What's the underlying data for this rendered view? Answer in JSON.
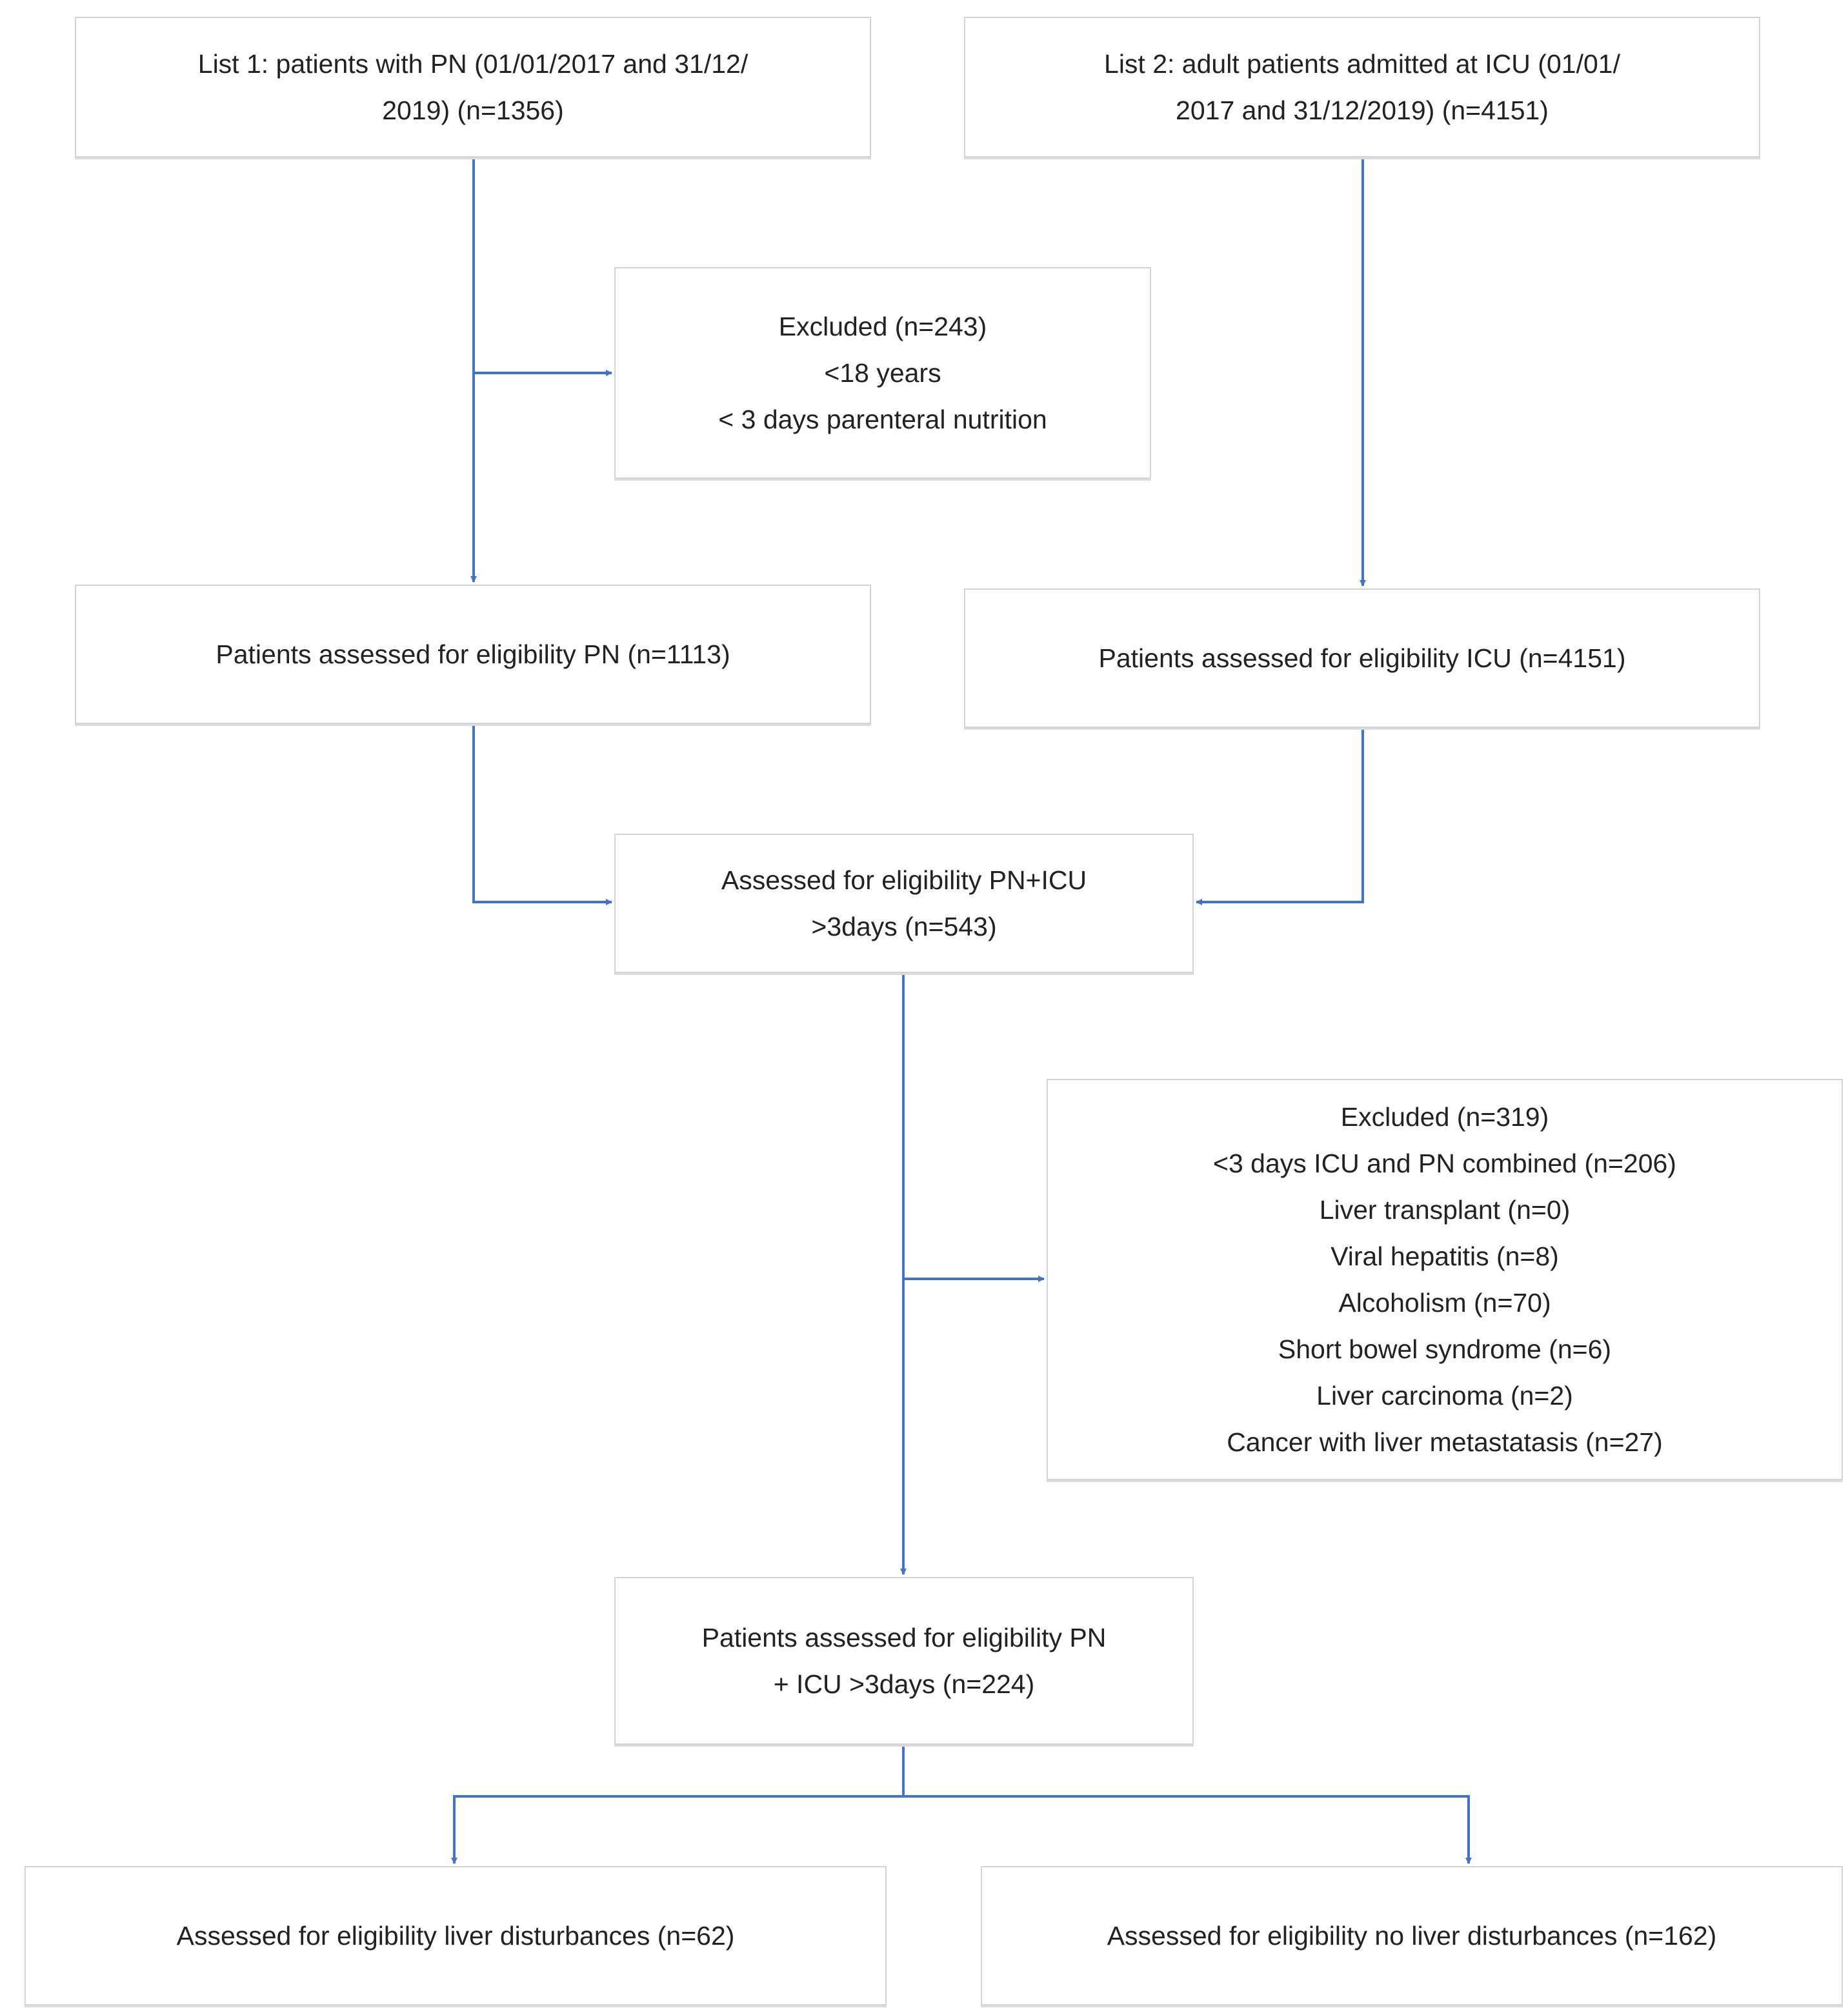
{
  "colors": {
    "connector": "#4472C4",
    "box_border": "#d4d4d4",
    "text": "#222222"
  },
  "boxes": {
    "list1": {
      "lines": [
        "List 1: patients with PN (01/01/2017  and 31/12/",
        "2019) (n=1356)"
      ]
    },
    "list2": {
      "lines": [
        "List 2: adult patients admitted at ICU (01/01/",
        "2017 and 31/12/2019) (n=4151)"
      ]
    },
    "excluded1": {
      "lines": [
        "Excluded (n=243)",
        "<18 years",
        "< 3 days parenteral nutrition"
      ]
    },
    "eligible_pn": {
      "lines": [
        "Patients assessed for eligibility PN (n=1113)"
      ]
    },
    "eligible_icu": {
      "lines": [
        "Patients assessed for eligibility ICU (n=4151)"
      ]
    },
    "eligible_pn_icu": {
      "lines": [
        "Assessed for eligibility PN+ICU",
        ">3days (n=543)"
      ]
    },
    "excluded2": {
      "lines": [
        "Excluded (n=319)",
        "<3 days ICU and PN combined (n=206)",
        "Liver transplant (n=0)",
        "Viral hepatitis (n=8)",
        "Alcoholism (n=70)",
        "Short bowel syndrome (n=6)",
        "Liver carcinoma (n=2)",
        "Cancer with liver metastatasis (n=27)"
      ]
    },
    "eligible_224": {
      "lines": [
        "Patients assessed for eligibility PN",
        "+ ICU >3days (n=224)"
      ]
    },
    "liver": {
      "lines": [
        "Assessed for eligibility liver disturbances (n=62)"
      ]
    },
    "no_liver": {
      "lines": [
        "Assessed for eligibility no liver disturbances (n=162)"
      ]
    }
  }
}
